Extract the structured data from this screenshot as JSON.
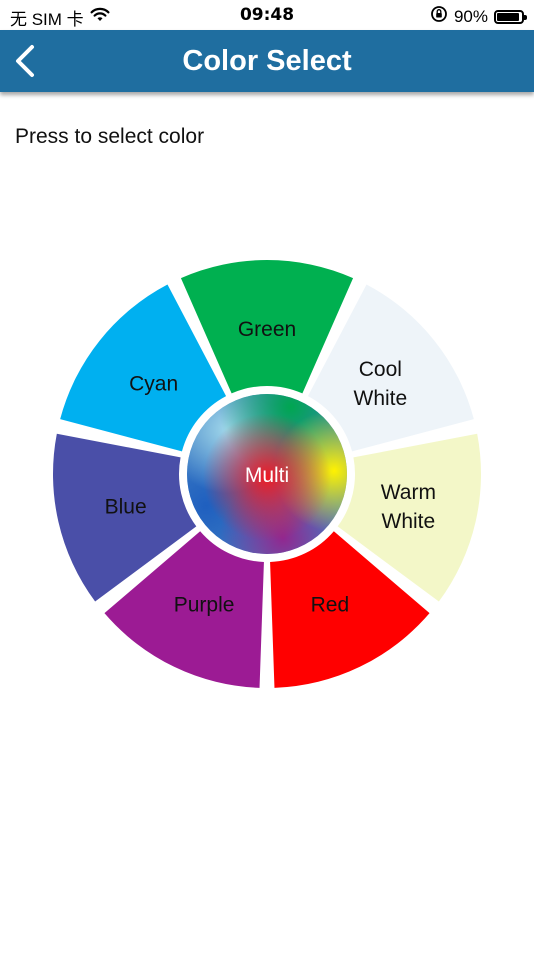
{
  "status_bar": {
    "carrier": "无 SIM 卡",
    "time": "09:48",
    "battery_percent": "90%",
    "battery_level": 0.9,
    "icons": [
      "wifi-icon",
      "orientation-lock-icon",
      "battery-icon"
    ]
  },
  "header": {
    "title": "Color Select",
    "back_icon": "chevron-left-icon",
    "background_color": "#1f6ea0"
  },
  "instruction": "Press to select color",
  "wheel": {
    "segments": [
      {
        "id": "green",
        "label_lines": [
          "Green"
        ],
        "color": "#00b050"
      },
      {
        "id": "cool-white",
        "label_lines": [
          "Cool",
          "White"
        ],
        "color": "#eef4f9"
      },
      {
        "id": "warm-white",
        "label_lines": [
          "Warm",
          "White"
        ],
        "color": "#f3f7c8"
      },
      {
        "id": "red",
        "label_lines": [
          "Red"
        ],
        "color": "#ff0000"
      },
      {
        "id": "purple",
        "label_lines": [
          "Purple"
        ],
        "color": "#9c1b94"
      },
      {
        "id": "blue",
        "label_lines": [
          "Blue"
        ],
        "color": "#4a4fa8"
      },
      {
        "id": "cyan",
        "label_lines": [
          "Cyan"
        ],
        "color": "#00b0f0"
      }
    ],
    "center": {
      "label": "Multi"
    }
  }
}
